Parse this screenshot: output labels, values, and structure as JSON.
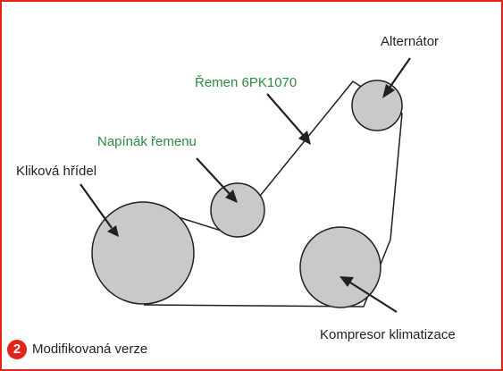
{
  "labels": {
    "alternator": "Alternátor",
    "belt": "Řemen 6PK1070",
    "tensioner": "Napínák řemenu",
    "crankshaft": "Kliková hřídel",
    "ac_compressor": "Kompresor klimatizace"
  },
  "footer": {
    "badge_number": "2",
    "caption": "Modifikovaná verze"
  },
  "colors": {
    "frame_border": "#e2231a",
    "pulley_fill": "#c8c9cb",
    "outline": "#231f20",
    "highlight_text": "#2e8b3e",
    "badge": "#e2231a"
  }
}
